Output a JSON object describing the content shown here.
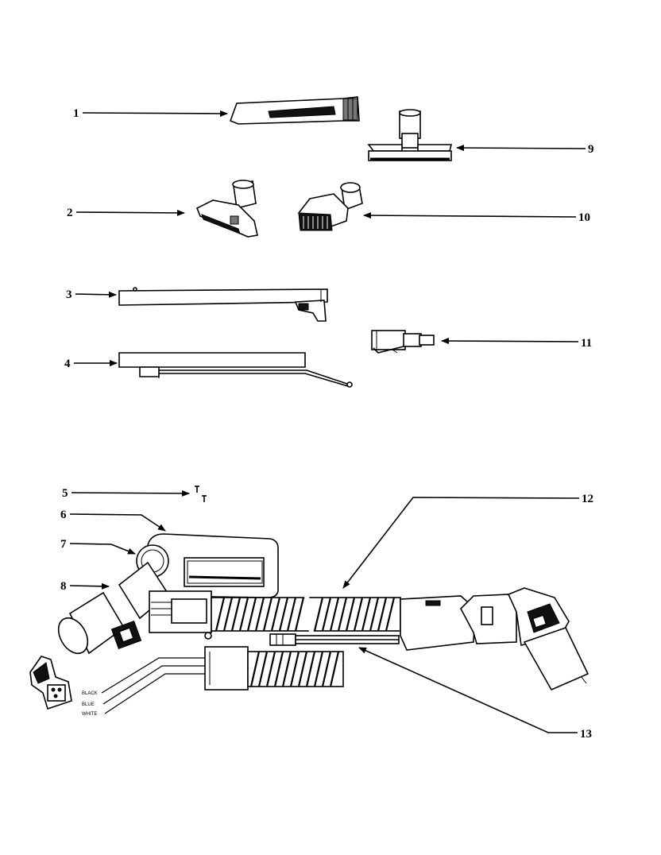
{
  "callouts": [
    "1",
    "2",
    "3",
    "4",
    "5",
    "6",
    "7",
    "8",
    "9",
    "10",
    "11",
    "12",
    "13"
  ],
  "wire_labels": [
    "BLACK",
    "BLUE",
    "WHITE"
  ]
}
